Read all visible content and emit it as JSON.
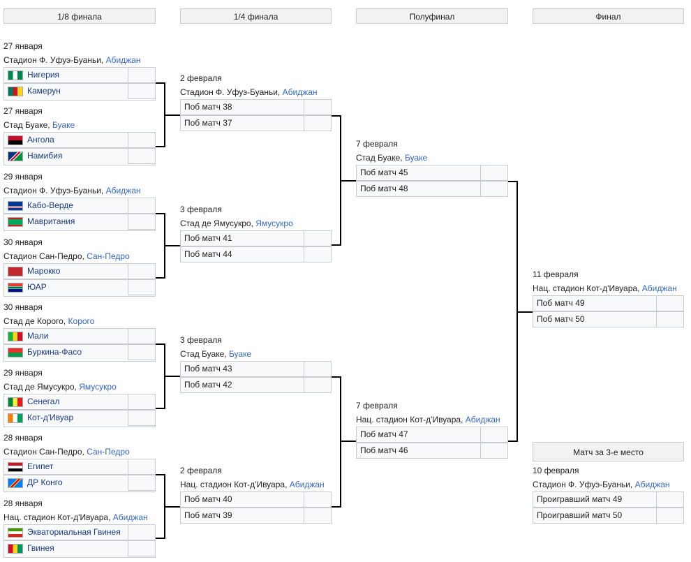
{
  "rounds": [
    "1/8 финала",
    "1/4 финала",
    "Полуфинал",
    "Финал"
  ],
  "third_place_title": "Матч за 3-е место",
  "r16": [
    {
      "date": "27 января",
      "venue": "Стадион Ф. Уфуэ-Буаньи,",
      "city": "Абиджан",
      "t1": "Нигерия",
      "t2": "Камерун",
      "f1": "ng",
      "f2": "cm"
    },
    {
      "date": "27 января",
      "venue": "Стад Буаке,",
      "city": "Буаке",
      "t1": "Ангола",
      "t2": "Намибия",
      "f1": "ao",
      "f2": "na"
    },
    {
      "date": "29 января",
      "venue": "Стадион Ф. Уфуэ-Буаньи,",
      "city": "Абиджан",
      "t1": "Кабо-Верде",
      "t2": "Мавритания",
      "f1": "cv",
      "f2": "mr"
    },
    {
      "date": "30 января",
      "venue": "Стадион Сан-Педро,",
      "city": "Сан-Педро",
      "t1": "Марокко",
      "t2": "ЮАР",
      "f1": "ma",
      "f2": "za"
    },
    {
      "date": "30 января",
      "venue": "Стад де Корого,",
      "city": "Корого",
      "t1": "Мали",
      "t2": "Буркина-Фасо",
      "f1": "ml",
      "f2": "bf"
    },
    {
      "date": "29 января",
      "venue": "Стад де Ямусукро,",
      "city": "Ямусукро",
      "t1": "Сенегал",
      "t2": "Кот-д'Ивуар",
      "f1": "sn",
      "f2": "ci"
    },
    {
      "date": "28 января",
      "venue": "Стадион Сан-Педро,",
      "city": "Сан-Педро",
      "t1": "Египет",
      "t2": "ДР Конго",
      "f1": "eg",
      "f2": "cd"
    },
    {
      "date": "28 января",
      "venue": "Нац. стадион Кот-д'Ивуара,",
      "city": "Абиджан",
      "t1": "Экваториальная Гвинея",
      "t2": "Гвинея",
      "f1": "gq",
      "f2": "gn"
    }
  ],
  "qf": [
    {
      "date": "2 февраля",
      "venue": "Стадион Ф. Уфуэ-Буаньи,",
      "city": "Абиджан",
      "t1": "Поб матч 38",
      "t2": "Поб матч 37"
    },
    {
      "date": "3 февраля",
      "venue": "Стад де Ямусукро,",
      "city": "Ямусукро",
      "t1": "Поб матч 41",
      "t2": "Поб матч 44"
    },
    {
      "date": "3 февраля",
      "venue": "Стад Буаке,",
      "city": "Буаке",
      "t1": "Поб матч 43",
      "t2": "Поб матч 42"
    },
    {
      "date": "2 февраля",
      "venue": "Нац. стадион Кот-д'Ивуара,",
      "city": "Абиджан",
      "t1": "Поб матч 40",
      "t2": "Поб матч 39"
    }
  ],
  "sf": [
    {
      "date": "7 февраля",
      "venue": "Стад Буаке,",
      "city": "Буаке",
      "t1": "Поб матч 45",
      "t2": "Поб матч 48"
    },
    {
      "date": "7 февраля",
      "venue": "Нац. стадион Кот-д'Ивуара,",
      "city": "Абиджан",
      "t1": "Поб матч 47",
      "t2": "Поб матч 46"
    }
  ],
  "final": {
    "date": "11 февраля",
    "venue": "Нац. стадион Кот-д'Ивуара,",
    "city": "Абиджан",
    "t1": "Поб матч 49",
    "t2": "Поб матч 50"
  },
  "third": {
    "date": "10 февраля",
    "venue": "Стадион Ф. Уфуэ-Буаньи,",
    "city": "Абиджан",
    "t1": "Проигравший матч 49",
    "t2": "Проигравший матч 50"
  },
  "colors": {
    "link": "#3366cc",
    "border": "#c8ccd1",
    "line": "#000000"
  }
}
